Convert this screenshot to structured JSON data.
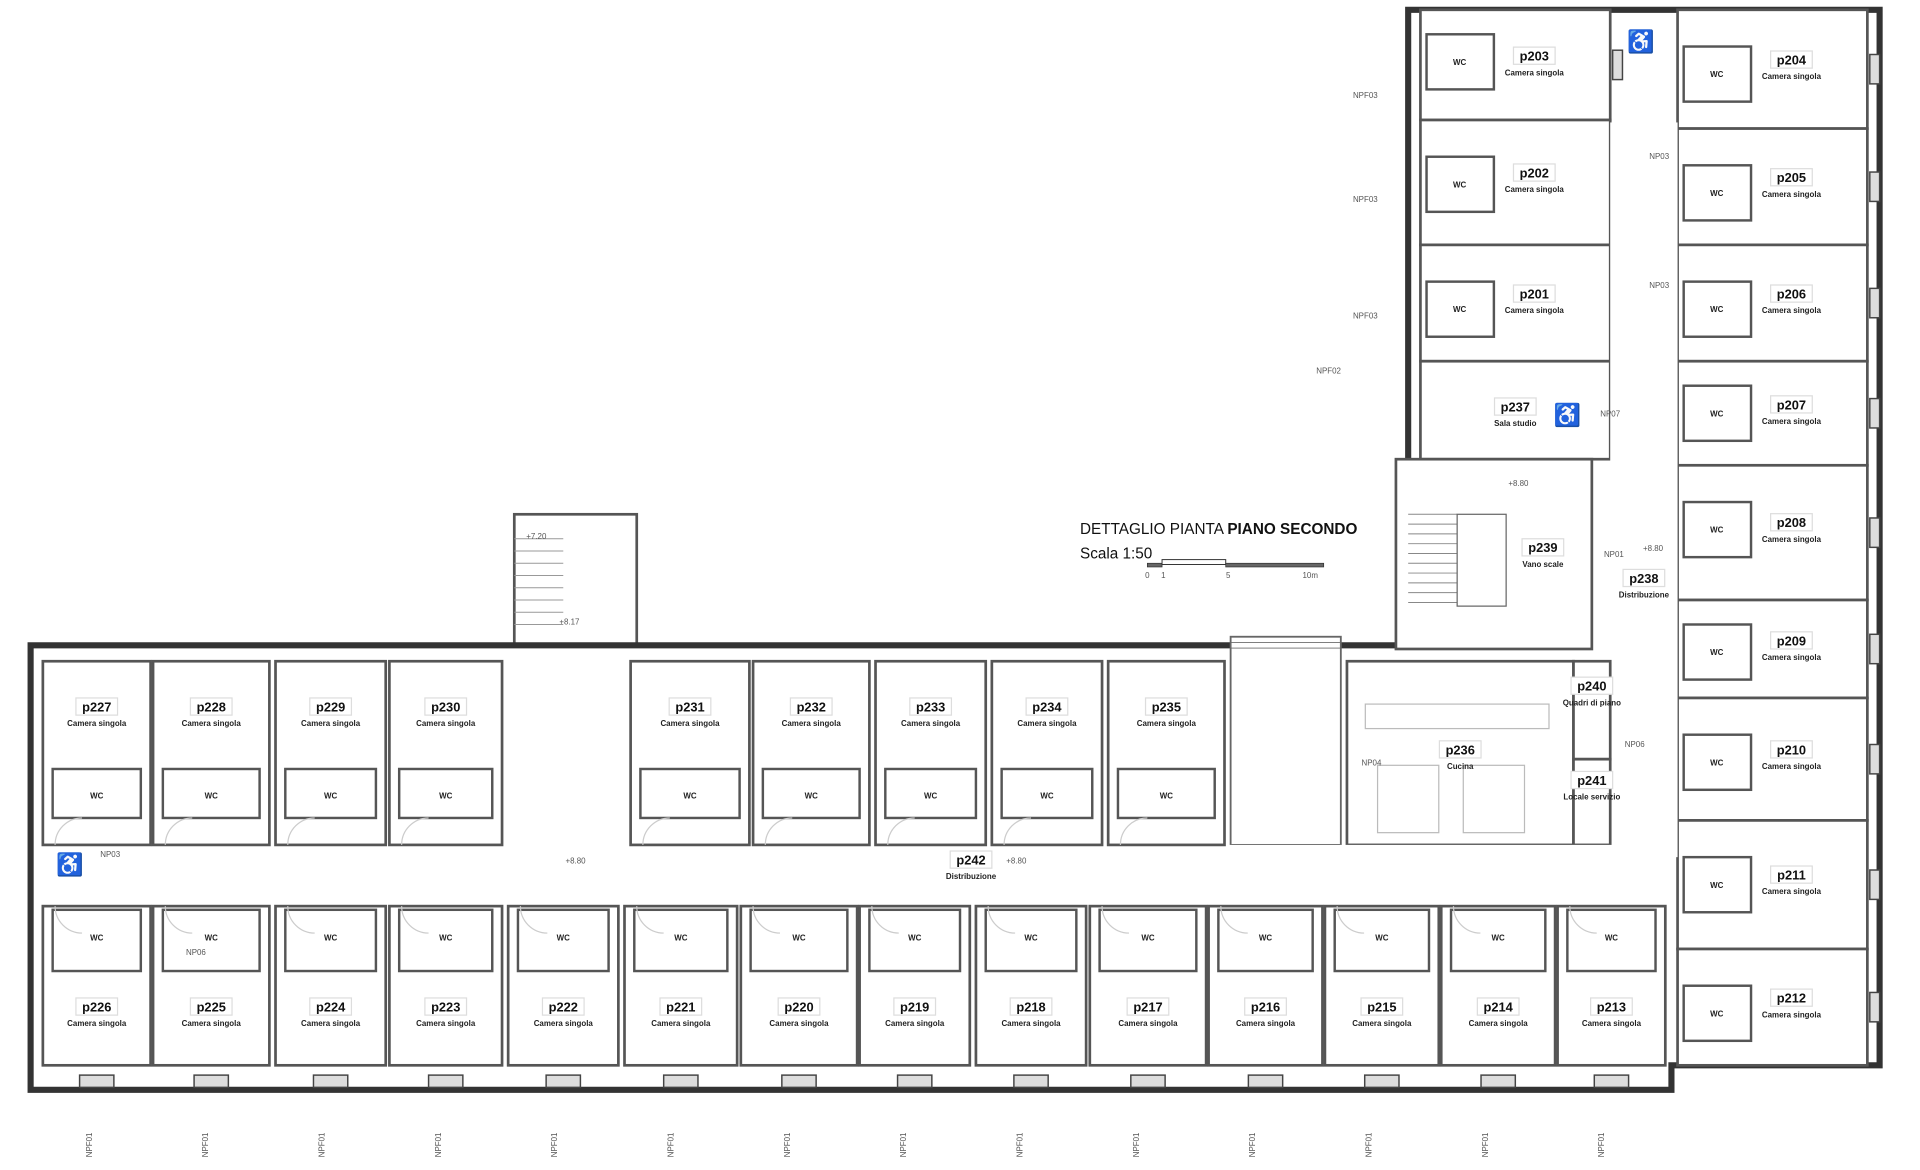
{
  "title": {
    "prefix": "DETTAGLIO PIANTA ",
    "bold": "PIANO SECONDO"
  },
  "scale_label": "Scala 1:50",
  "scale_ticks": [
    "0",
    "1",
    "5",
    "10m"
  ],
  "wc_label": "WC",
  "elevations": [
    "+8.80",
    "+7.20",
    "+8.17"
  ],
  "door_codes": [
    "NP03",
    "NP06",
    "NP01",
    "NPF01",
    "NPF02",
    "NPF03",
    "NP07",
    "NP04"
  ],
  "rooms": [
    {
      "id": "p203",
      "name": "Camera singola"
    },
    {
      "id": "p202",
      "name": "Camera singola"
    },
    {
      "id": "p201",
      "name": "Camera singola"
    },
    {
      "id": "p237",
      "name": "Sala studio"
    },
    {
      "id": "p204",
      "name": "Camera singola"
    },
    {
      "id": "p205",
      "name": "Camera singola"
    },
    {
      "id": "p206",
      "name": "Camera singola"
    },
    {
      "id": "p207",
      "name": "Camera singola"
    },
    {
      "id": "p208",
      "name": "Camera singola"
    },
    {
      "id": "p209",
      "name": "Camera singola"
    },
    {
      "id": "p210",
      "name": "Camera singola"
    },
    {
      "id": "p211",
      "name": "Camera singola"
    },
    {
      "id": "p212",
      "name": "Camera singola"
    },
    {
      "id": "p239",
      "name": "Vano scale"
    },
    {
      "id": "p238",
      "name": "Distribuzione"
    },
    {
      "id": "p236",
      "name": "Cucina"
    },
    {
      "id": "p240",
      "name": "Quadri di piano"
    },
    {
      "id": "p241",
      "name": "Locale servizio"
    },
    {
      "id": "p242",
      "name": "Distribuzione"
    },
    {
      "id": "p227",
      "name": "Camera singola"
    },
    {
      "id": "p228",
      "name": "Camera singola"
    },
    {
      "id": "p229",
      "name": "Camera singola"
    },
    {
      "id": "p230",
      "name": "Camera singola"
    },
    {
      "id": "p231",
      "name": "Camera singola"
    },
    {
      "id": "p232",
      "name": "Camera singola"
    },
    {
      "id": "p233",
      "name": "Camera singola"
    },
    {
      "id": "p234",
      "name": "Camera singola"
    },
    {
      "id": "p235",
      "name": "Camera singola"
    },
    {
      "id": "p226",
      "name": "Camera singola"
    },
    {
      "id": "p225",
      "name": "Camera singola"
    },
    {
      "id": "p224",
      "name": "Camera singola"
    },
    {
      "id": "p223",
      "name": "Camera singola"
    },
    {
      "id": "p222",
      "name": "Camera singola"
    },
    {
      "id": "p221",
      "name": "Camera singola"
    },
    {
      "id": "p220",
      "name": "Camera singola"
    },
    {
      "id": "p219",
      "name": "Camera singola"
    },
    {
      "id": "p218",
      "name": "Camera singola"
    },
    {
      "id": "p217",
      "name": "Camera singola"
    },
    {
      "id": "p216",
      "name": "Camera singola"
    },
    {
      "id": "p215",
      "name": "Camera singola"
    },
    {
      "id": "p214",
      "name": "Camera singola"
    },
    {
      "id": "p213",
      "name": "Camera singola"
    }
  ]
}
